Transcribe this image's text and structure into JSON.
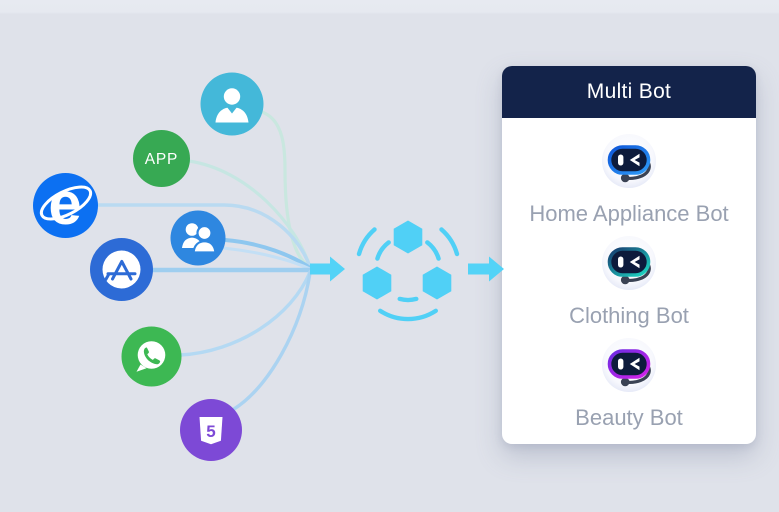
{
  "channels": [
    {
      "name": "customer",
      "color": "#44b8d9"
    },
    {
      "name": "app",
      "glyph": "APP",
      "color": "#37a953"
    },
    {
      "name": "internet-explorer",
      "glyph": "e",
      "color": "#0c70f2"
    },
    {
      "name": "user-group",
      "color": "#2e87e0"
    },
    {
      "name": "app-store",
      "color": "#2d6bd6"
    },
    {
      "name": "whatsapp",
      "color": "#3db853"
    },
    {
      "name": "html5",
      "glyph": "5",
      "color": "#7d49d6"
    }
  ],
  "links": [
    {
      "from": "customer",
      "color": "#c9e7df"
    },
    {
      "from": "app",
      "color": "#c6e6e2"
    },
    {
      "from": "internet-explorer",
      "color": "#b9daf1"
    },
    {
      "from": "user-group",
      "color": "#8ec7ef"
    },
    {
      "from": "user-group-secondary",
      "color": "#c3dff5"
    },
    {
      "from": "app-store",
      "color": "#9fceef"
    },
    {
      "from": "whatsapp",
      "color": "#b4d9f3"
    },
    {
      "from": "html5",
      "color": "#abd3f1"
    }
  ],
  "hub": {
    "color": "#50d0f6"
  },
  "arrow_color": "#53d3f7",
  "panel": {
    "title": "Multi Bot",
    "header_bg": "#13234a",
    "label_color": "#99a1b1",
    "bots": [
      {
        "label": "Home Appliance Bot",
        "ring_from": "#0d55d8",
        "ring_to": "#2f9bf7"
      },
      {
        "label": "Clothing Bot",
        "ring_from": "#16386e",
        "ring_to": "#1edcc6"
      },
      {
        "label": "Beauty Bot",
        "ring_from": "#6a2be2",
        "ring_to": "#d622ea"
      }
    ]
  }
}
